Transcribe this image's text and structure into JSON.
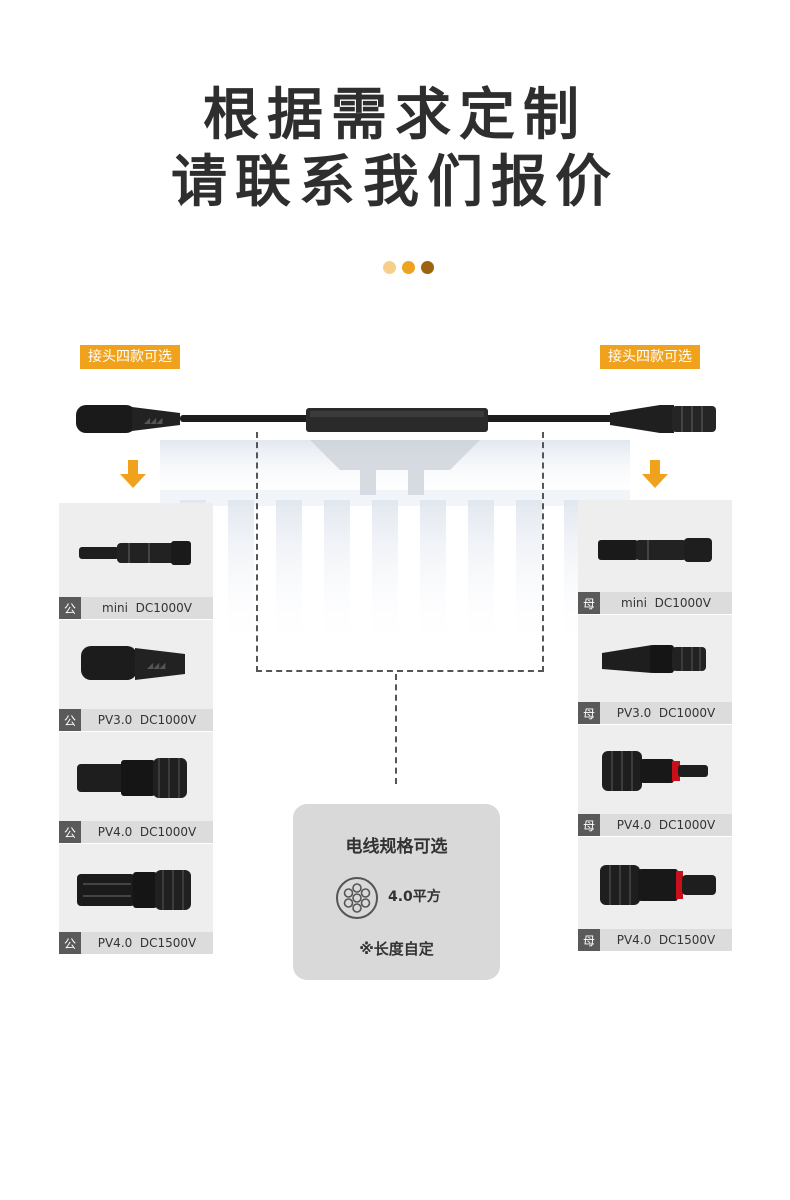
{
  "header": {
    "title_line1": "根据需求定制",
    "title_line2": "请联系我们报价"
  },
  "decor": {
    "dot_colors": [
      "#f5d08a",
      "#eea21f",
      "#9b6410"
    ]
  },
  "tags": {
    "left": "接头四款可选",
    "right": "接头四款可选"
  },
  "colors": {
    "accent": "#f0a21c",
    "arrow": "#f0a21c",
    "gender_badge": "#5a5a5a"
  },
  "left_connectors": [
    {
      "gender": "公",
      "spec": "mini  DC1000V",
      "icon": "mini-male-connector-icon"
    },
    {
      "gender": "公",
      "spec": "PV3.0  DC1000V",
      "icon": "pv30-male-connector-icon"
    },
    {
      "gender": "公",
      "spec": "PV4.0  DC1000V",
      "icon": "pv40-male-connector-icon"
    },
    {
      "gender": "公",
      "spec": "PV4.0  DC1500V",
      "icon": "pv40-1500-male-connector-icon"
    }
  ],
  "right_connectors": [
    {
      "gender": "母",
      "spec": "mini  DC1000V",
      "icon": "mini-female-connector-icon"
    },
    {
      "gender": "母",
      "spec": "PV3.0  DC1000V",
      "icon": "pv30-female-connector-icon"
    },
    {
      "gender": "母",
      "spec": "PV4.0  DC1000V",
      "icon": "pv40-female-connector-icon"
    },
    {
      "gender": "母",
      "spec": "PV4.0  DC1500V",
      "icon": "pv40-1500-female-connector-icon"
    }
  ],
  "wire_spec": {
    "title": "电线规格可选",
    "size": "4.0平方",
    "note": "※长度自定"
  }
}
